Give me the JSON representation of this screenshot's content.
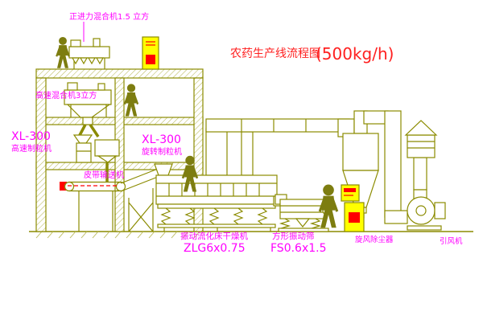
{
  "title": {
    "main": "农药生产线流程图",
    "capacity": "(500kg/h)"
  },
  "labels": {
    "top_mixer": "正进力混合机1.5 立方",
    "floor_mixer": "高速混合机3立方",
    "granulator_left_model": "XL-300",
    "granulator_left_name": "高速制粒机",
    "granulator_right_model": "XL-300",
    "granulator_right_name": "旋转制粒机",
    "belt_conveyor": "皮带输送机",
    "dryer_name": "振动流化床干燥机",
    "dryer_model": "ZLG6x0.75",
    "sieve_name": "方形振动筛",
    "sieve_model": "FS0.6x1.5",
    "cyclone": "旋风除尘器",
    "fan": "引风机"
  },
  "colors": {
    "machine_line": "#8b8b00",
    "label_text": "#ff00ff",
    "title_text": "#ff2020",
    "cabinet_fill": "#ffff00",
    "accent_red": "#ff0000",
    "background": "#ffffff"
  }
}
